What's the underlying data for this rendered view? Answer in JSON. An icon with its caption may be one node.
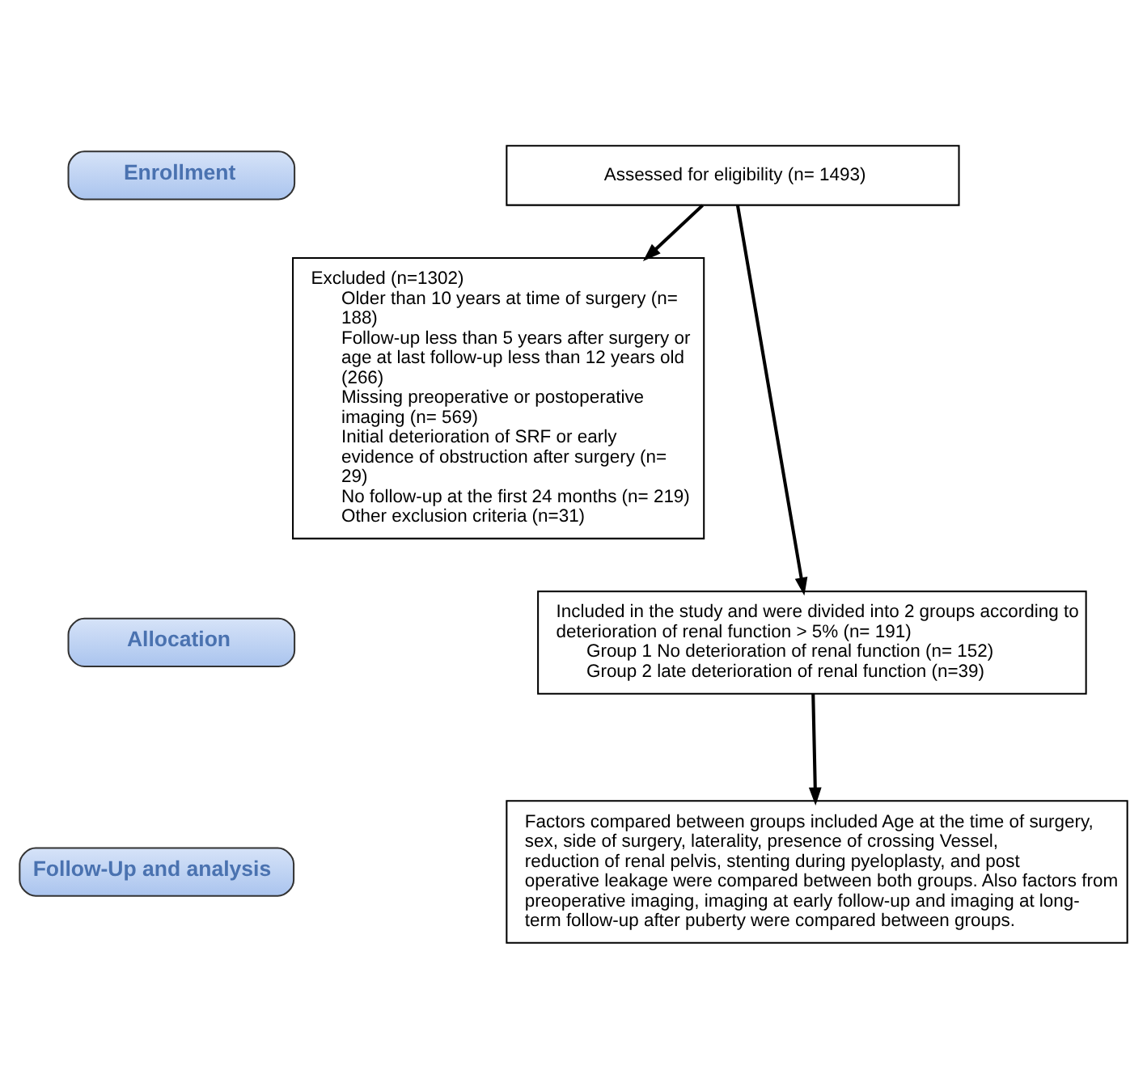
{
  "diagram": {
    "nodes": [
      {
        "text": [
          "Enrollment"
        ]
      },
      {
        "text": [
          "Assessed for eligibility (n= 1493)"
        ]
      },
      {
        "text": [
          "Excluded (n=1302)",
          "Older than 10 years at time of surgery (n= 188)",
          "Follow-up less than 5 years after surgery or age at last follow-up less than 12 years old (266)",
          "Missing preoperative or postoperative imaging (n= 569)",
          "Initial deterioration of SRF or early evidence of obstruction after surgery (n= 29)",
          "No follow-up at the first 24 months (n= 219)",
          "Other exclusion criteria (n=31)"
        ]
      },
      {
        "text": [
          "Allocation"
        ]
      },
      {
        "text": [
          "Included in the study and were divided into 2 groups according to deterioration of renal function > 5% (n= 191)",
          "Group 1 No deterioration of renal function (n= 152)",
          "Group 2 late deterioration of renal function (n=39)"
        ]
      },
      {
        "text": [
          "Follow-Up and analysis"
        ]
      },
      {
        "text": [
          "Factors compared between groups included Age at the time of surgery, sex, side of surgery, laterality, presence of crossing Vessel, reduction of renal pelvis, stenting during pyeloplasty, and post operative leakage were compared between both groups. Also factors from preoperative imaging, imaging at early follow-up and imaging at long-term follow-up after puberty were compared between groups."
        ]
      }
    ],
    "edges": [
      {
        "from": 1,
        "to": 4,
        "arrow": "to"
      },
      {
        "from": 1,
        "to": 2,
        "arrow": "to"
      },
      {
        "from": 4,
        "to": 6,
        "arrow": "to"
      }
    ]
  }
}
